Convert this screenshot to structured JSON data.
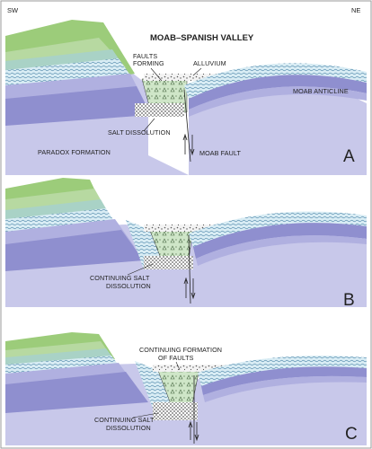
{
  "colors": {
    "border": "#9a9a9a",
    "bg": "#ffffff",
    "base_purple": "#c8c8ea",
    "dark_purple": "#8f8fcf",
    "mid_purple": "#b0b0e0",
    "green_top": "#9ccc7a",
    "green_mid": "#b7d9a1",
    "teal": "#a9d2c6",
    "aqua_dots": "#d8ecf4",
    "alluvium": "#f3f3f3",
    "fault_block": "#cfe6c8"
  },
  "directions": {
    "left": "SW",
    "right": "NE"
  },
  "panelA": {
    "letter": "A",
    "title": "MOAB–SPANISH VALLEY",
    "faults_forming": [
      "FAULTS",
      "FORMING"
    ],
    "alluvium": "ALLUVIUM",
    "anticline": "MOAB ANTICLINE",
    "salt_dissolution": "SALT DISSOLUTION",
    "paradox": "PARADOX FORMATION",
    "moab_fault": "MOAB FAULT"
  },
  "panelB": {
    "letter": "B",
    "salt": [
      "CONTINUING SALT",
      "DISSOLUTION"
    ]
  },
  "panelC": {
    "letter": "C",
    "faults": [
      "CONTINUING FORMATION",
      "OF FAULTS"
    ],
    "salt": [
      "CONTINUING SALT",
      "DISSOLUTION"
    ]
  }
}
